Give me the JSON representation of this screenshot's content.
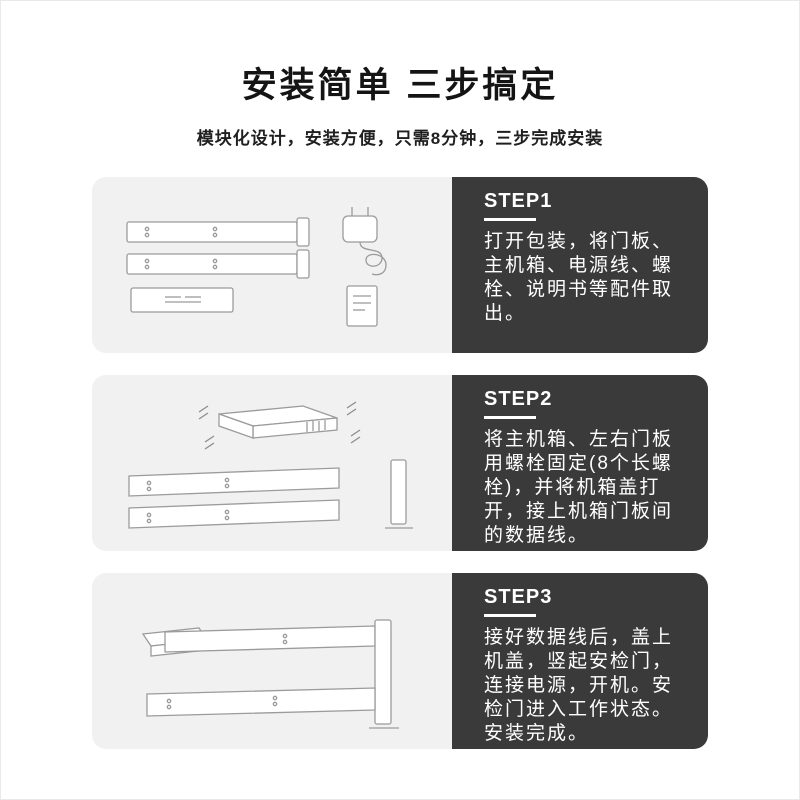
{
  "page": {
    "title": "安装简单 三步搞定",
    "subtitle": "模块化设计，安装方便，只需8分钟，三步完成安装"
  },
  "steps": [
    {
      "label": "STEP1",
      "text": "打开包装，将门板、主机箱、电源线、螺栓、说明书等配件取出。",
      "illustration": "unpacked-parts-illustration"
    },
    {
      "label": "STEP2",
      "text": "将主机箱、左右门板用螺栓固定(8个长螺栓)，并将机箱盖打开，接上机箱门板间的数据线。",
      "illustration": "screw-and-cable-assembly-illustration"
    },
    {
      "label": "STEP3",
      "text": "接好数据线后，盖上机盖，竖起安检门，连接电源，开机。安检门进入工作状态。安装完成。",
      "illustration": "assembled-gate-illustration"
    }
  ],
  "colors": {
    "background": "#ffffff",
    "panel_light": "#f1f1f2",
    "panel_dark": "#3a3a3a",
    "text_dark": "#141414",
    "text_light": "#ffffff",
    "underline": "#ffffff",
    "line_art": "#9b9b9b"
  }
}
